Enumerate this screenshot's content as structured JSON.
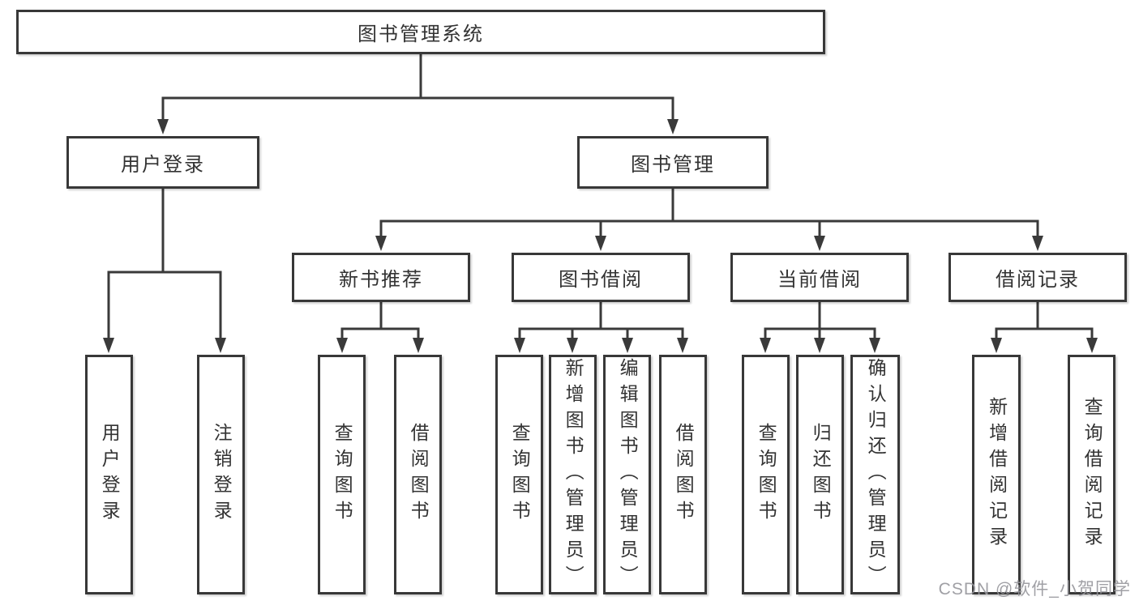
{
  "diagram_title": "图书管理系统",
  "tree": {
    "label": "图书管理系统",
    "children": [
      {
        "label": "用户登录",
        "children": [
          {
            "label": "用户登录"
          },
          {
            "label": "注销登录"
          }
        ]
      },
      {
        "label": "图书管理",
        "children": [
          {
            "label": "新书推荐",
            "children": [
              {
                "label": "查询图书"
              },
              {
                "label": "借阅图书"
              }
            ]
          },
          {
            "label": "图书借阅",
            "children": [
              {
                "label": "查询图书"
              },
              {
                "label": "新增图书（管理员）"
              },
              {
                "label": "编辑图书（管理员）"
              },
              {
                "label": "借阅图书"
              }
            ]
          },
          {
            "label": "当前借阅",
            "children": [
              {
                "label": "查询图书"
              },
              {
                "label": "归还图书"
              },
              {
                "label": "确认归还（管理员）"
              }
            ]
          },
          {
            "label": "借阅记录",
            "children": [
              {
                "label": "新增借阅记录"
              },
              {
                "label": "查询借阅记录"
              }
            ]
          }
        ]
      }
    ]
  },
  "watermark": {
    "text": "CSDN @软件_小贺同学"
  },
  "colors": {
    "line": "#3a3a3a",
    "box_border": "#383838",
    "text": "#333333",
    "background": "#ffffff",
    "watermark": "#96969b"
  }
}
